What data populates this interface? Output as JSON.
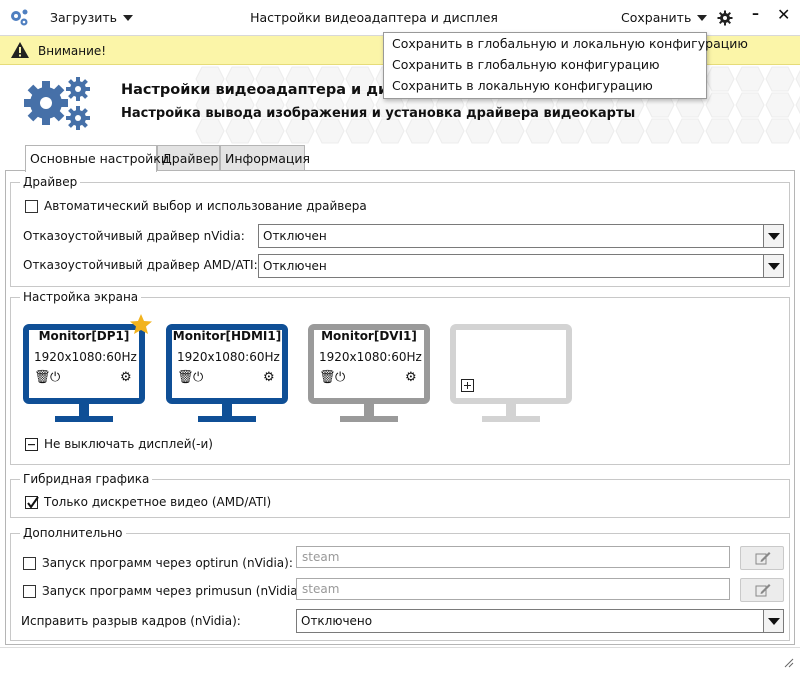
{
  "titlebar": {
    "load_label": "Загрузить",
    "title": "Настройки видеоадаптера и дисплея",
    "save_label": "Сохранить",
    "minimize": "–",
    "close": "✕"
  },
  "save_menu": {
    "items": [
      "Сохранить в глобальную и локальную конфигурацию",
      "Сохранить в глобальную конфигурацию",
      "Сохранить в локальную конфигурацию"
    ]
  },
  "warning": {
    "text": "Внимание!"
  },
  "header": {
    "title": "Настройки видеоадаптера и дисплея",
    "subtitle": "Настройка вывода изображения и установка драйвера видеокарты"
  },
  "tabs": [
    "Основные настройки",
    "Драйвер",
    "Информация"
  ],
  "driver": {
    "legend": "Драйвер",
    "auto_label": "Автоматический выбор и использование драйвера",
    "nvidia_label": "Отказоустойчивый драйвер nVidia:",
    "nvidia_value": "Отключен",
    "amd_label": "Отказоустойчивый драйвер AMD/ATI:",
    "amd_value": "Отключен"
  },
  "screen": {
    "legend": "Настройка экрана",
    "monitors": [
      {
        "name": "Monitor[DP1]",
        "res": "1920x1080:60Hz"
      },
      {
        "name": "Monitor[HDMI1]",
        "res": "1920x1080:60Hz"
      },
      {
        "name": "Monitor[DVI1]",
        "res": "1920x1080:60Hz"
      }
    ],
    "keep_on_label": "Не выключать дисплей(-и)"
  },
  "hybrid": {
    "legend": "Гибридная графика",
    "discrete_label": "Только дискретное видео (AMD/ATI)"
  },
  "extra": {
    "legend": "Дополнительно",
    "optirun_label": "Запуск программ через optirun (nVidia):",
    "optirun_placeholder": "steam",
    "primusun_label": "Запуск программ через primusun (nVidia):",
    "primusun_placeholder": "steam",
    "tearing_label": "Исправить разрыв кадров (nVidia):",
    "tearing_value": "Отключено"
  },
  "colors": {
    "accent": "#0f4f96",
    "warning_bg": "#fbf5a8",
    "inactive": "#9a9a9a",
    "star": "#f2b31e"
  }
}
